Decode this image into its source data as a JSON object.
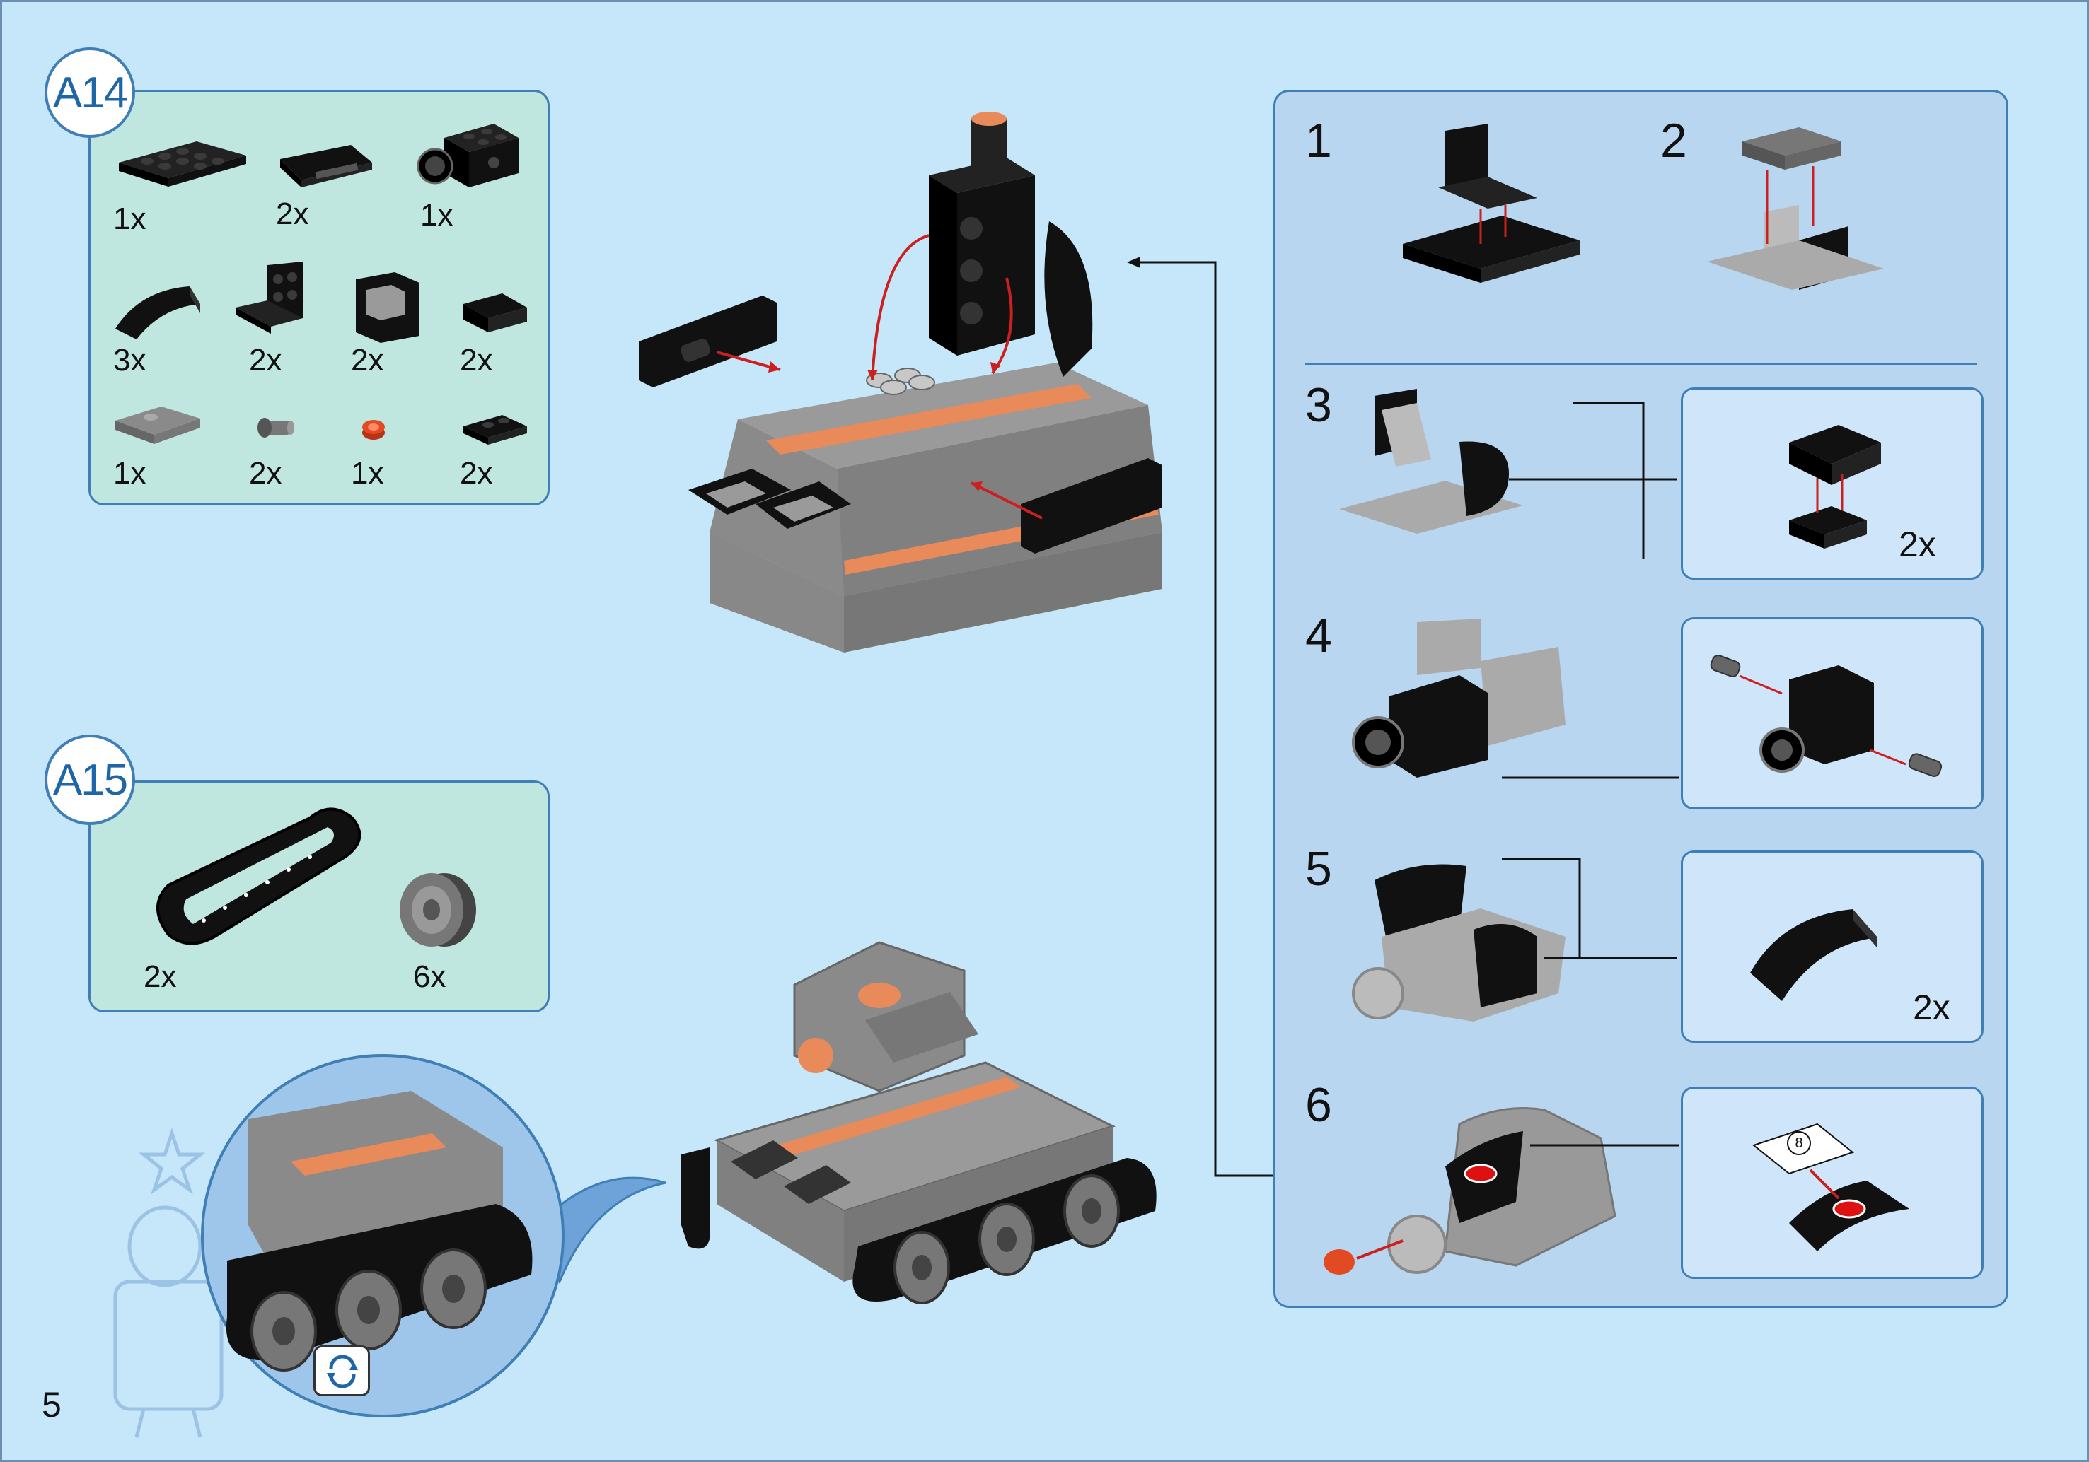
{
  "page_number": "5",
  "colors": {
    "background": "#c6e7f9",
    "parts_box": "#bfe6df",
    "steps_box": "#b9d6f0",
    "border": "#3f7fb5",
    "badge_text": "#1f66a8",
    "brick_black": "#111111",
    "brick_gray": "#9a9a9a",
    "accent_orange": "#e88a5a",
    "arrow_red": "#cc1f1f"
  },
  "a14": {
    "label": "A14",
    "parts": [
      {
        "icon": "black-plate-2x4-icon",
        "count": "1x"
      },
      {
        "icon": "black-windscreen-icon",
        "count": "2x"
      },
      {
        "icon": "black-brick-with-pin-hole-icon",
        "count": "1x"
      },
      {
        "icon": "black-curved-slope-icon",
        "count": "3x"
      },
      {
        "icon": "black-bracket-icon",
        "count": "2x"
      },
      {
        "icon": "black-window-frame-icon",
        "count": "2x"
      },
      {
        "icon": "black-slope-1x2-icon",
        "count": "2x"
      },
      {
        "icon": "gray-plate-2x2-icon",
        "count": "1x"
      },
      {
        "icon": "gray-pin-icon",
        "count": "2x"
      },
      {
        "icon": "orange-round-stud-icon",
        "count": "1x"
      },
      {
        "icon": "black-plate-1x2-icon",
        "count": "2x"
      }
    ]
  },
  "a15": {
    "label": "A15",
    "parts": [
      {
        "icon": "black-track-icon",
        "count": "2x"
      },
      {
        "icon": "gray-wheel-icon",
        "count": "6x"
      }
    ]
  },
  "steps": [
    {
      "n": "1"
    },
    {
      "n": "2"
    },
    {
      "n": "3",
      "sub_count": "2x"
    },
    {
      "n": "4"
    },
    {
      "n": "5",
      "sub_count": "2x"
    },
    {
      "n": "6",
      "sticker_number": "8"
    }
  ]
}
